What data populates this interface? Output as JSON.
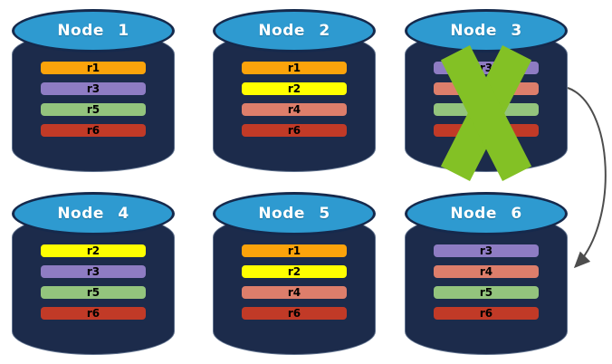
{
  "palette": {
    "background": "#FFFFFF",
    "cylinder_body": "#1C2B4B",
    "cylinder_top": "#2E9AD0",
    "cylinder_top_border": "#15294C",
    "title_text": "#FFFFFF",
    "replica_text": "#000000",
    "failure_x": "#83C125",
    "arrow": "#4D4D4D"
  },
  "replica_colors": {
    "r1": "#FBA30B",
    "r2": "#FFFF00",
    "r3": "#8E7CC3",
    "r4": "#DD7E6B",
    "r5": "#93C47D",
    "r6": "#C13A27"
  },
  "nodes": [
    {
      "id": "node-1",
      "label": "Node 1",
      "failed": false,
      "replicas": [
        "r1",
        "r3",
        "r5",
        "r6"
      ]
    },
    {
      "id": "node-2",
      "label": "Node 2",
      "failed": false,
      "replicas": [
        "r1",
        "r2",
        "r4",
        "r6"
      ]
    },
    {
      "id": "node-3",
      "label": "Node 3",
      "failed": true,
      "replicas": [
        "r3",
        "r4",
        "r5",
        "r6"
      ]
    },
    {
      "id": "node-4",
      "label": "Node 4",
      "failed": false,
      "replicas": [
        "r2",
        "r3",
        "r5",
        "r6"
      ]
    },
    {
      "id": "node-5",
      "label": "Node 5",
      "failed": false,
      "replicas": [
        "r1",
        "r2",
        "r4",
        "r6"
      ]
    },
    {
      "id": "node-6",
      "label": "Node 6",
      "failed": false,
      "replicas": [
        "r3",
        "r4",
        "r5",
        "r6"
      ]
    }
  ],
  "arrow": {
    "from": "node-3",
    "to": "node-6"
  }
}
